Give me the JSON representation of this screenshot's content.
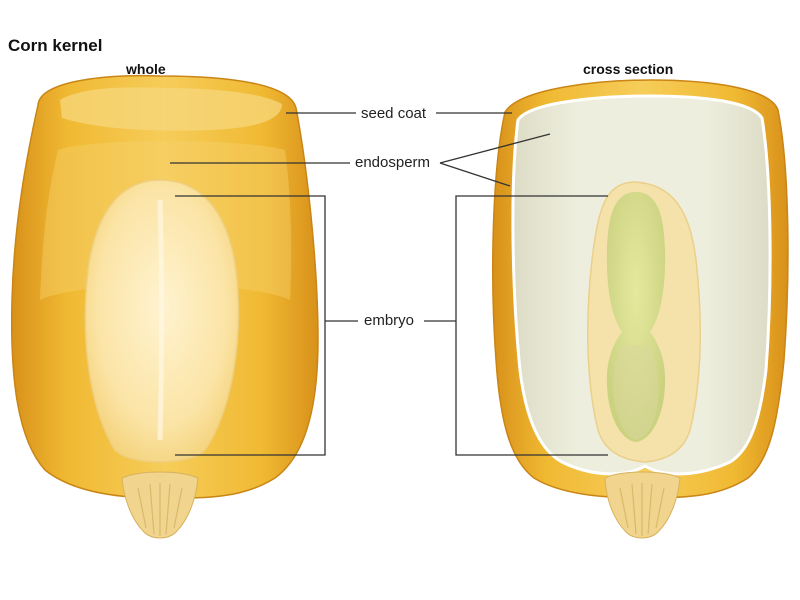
{
  "title": "Corn kernel",
  "views": {
    "whole": "whole",
    "cross": "cross section"
  },
  "labels": {
    "seed_coat": "seed coat",
    "endosperm": "endosperm",
    "embryo": "embryo"
  },
  "colors": {
    "kernel_outer": "#e6a41c",
    "kernel_mid": "#f1c24a",
    "kernel_light": "#f8dc8a",
    "embryo_whole": "#fbe8b0",
    "endosperm_fill": "#ecebd9",
    "embryo_cross": "#f6e4b2",
    "scutellum": "#cfd98a",
    "tip_cap": "#f0d590",
    "leader_line": "#333333"
  }
}
